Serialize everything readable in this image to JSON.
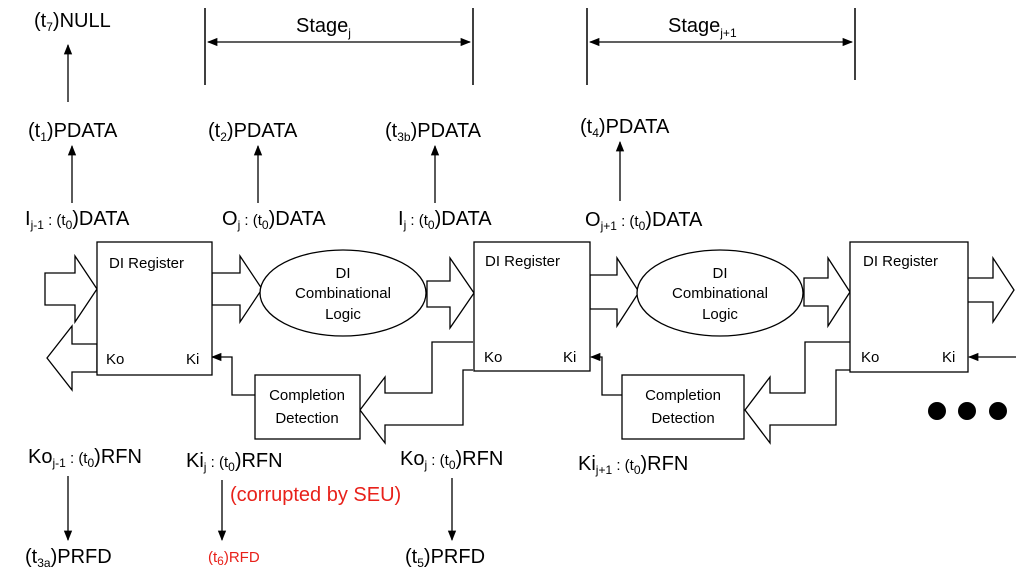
{
  "stages": {
    "stage_j": {
      "name": "Stage",
      "sub": "j"
    },
    "stage_j1": {
      "name": "Stage",
      "sub": "j+1"
    }
  },
  "registers": {
    "title": "DI Register",
    "ko": "Ko",
    "ki": "Ki"
  },
  "logic": {
    "line1": "DI",
    "line2": "Combinational",
    "line3": "Logic"
  },
  "completion": {
    "line1": "Completion",
    "line2": "Detection"
  },
  "top_labels": {
    "t7_null": {
      "pre": "(t",
      "sub": "7",
      "post": ")NULL"
    },
    "t1_pdata": {
      "pre": "(t",
      "sub": "1",
      "post": ")PDATA"
    },
    "t2_pdata": {
      "pre": "(t",
      "sub": "2",
      "post": ")PDATA"
    },
    "t3b_pdata": {
      "pre": "(t",
      "sub": "3b",
      "post": ")PDATA"
    },
    "t4_pdata": {
      "pre": "(t",
      "sub": "4",
      "post": ")PDATA"
    }
  },
  "data_labels": {
    "ij_1": {
      "a": "I",
      "asub": "j-1",
      "b": " : (t",
      "bsub": "0",
      "c": ")DATA"
    },
    "oj": {
      "a": "O",
      "asub": "j",
      "b": " : (t",
      "bsub": "0",
      "c": ")DATA"
    },
    "ij": {
      "a": "I",
      "asub": "j",
      "b": " : (t",
      "bsub": "0",
      "c": ")DATA"
    },
    "oj1": {
      "a": "O",
      "asub": "j+1",
      "b": " : (t",
      "bsub": "0",
      "c": ")DATA"
    }
  },
  "rfn_labels": {
    "koj_1": {
      "a": "Ko",
      "asub": "j-1",
      "b": " : (t",
      "bsub": "0",
      "c": ")RFN"
    },
    "kij": {
      "a": "Ki",
      "asub": "j",
      "b": " : (t",
      "bsub": "0",
      "c": ")RFN"
    },
    "koj": {
      "a": "Ko",
      "asub": "j",
      "b": " : (t",
      "bsub": "0",
      "c": ")RFN"
    },
    "kij1": {
      "a": "Ki",
      "asub": "j+1",
      "b": " : (t",
      "bsub": "0",
      "c": ")RFN"
    }
  },
  "bottom_labels": {
    "t3a_prfd": {
      "pre": "(t",
      "sub": "3a",
      "post": ")PRFD"
    },
    "t6_rfd": {
      "pre": "(t",
      "sub": "6",
      "post": ")RFD"
    },
    "t5_prfd": {
      "pre": "(t",
      "sub": "5",
      "post": ")PRFD"
    }
  },
  "annotation": "(corrupted by SEU)",
  "colors": {
    "seu": "#e8211a"
  }
}
